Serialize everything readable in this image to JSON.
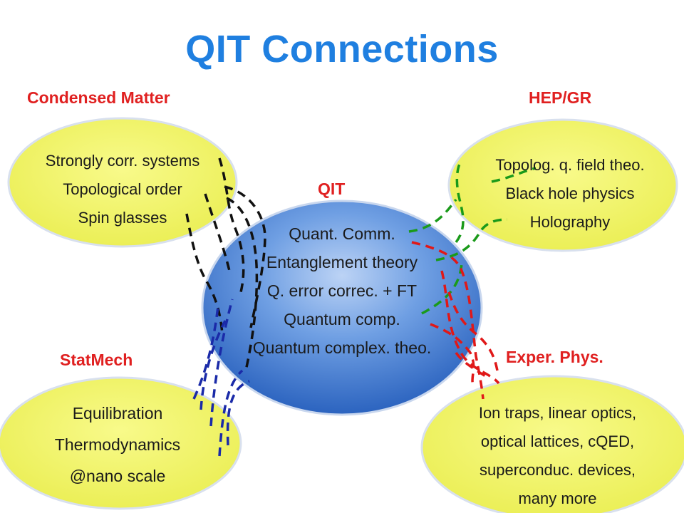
{
  "title": "QIT Connections",
  "nodes": {
    "condensed_matter": {
      "label": "Condensed Matter",
      "items": [
        "Strongly corr. systems",
        "Topological order",
        "Spin glasses"
      ]
    },
    "hep_gr": {
      "label": "HEP/GR",
      "items": [
        "Topolog. q. field theo.",
        "Black hole physics",
        "Holography"
      ]
    },
    "qit": {
      "label": "QIT",
      "items": [
        "Quant. Comm.",
        "Entanglement theory",
        "Q. error correc. + FT",
        "Quantum comp.",
        "Quantum complex. theo."
      ]
    },
    "statmech": {
      "label": "StatMech",
      "items": [
        "Equilibration",
        "Thermodynamics",
        "@nano scale"
      ]
    },
    "exper_phys": {
      "label": "Exper. Phys.",
      "items": [
        "Ion traps, linear optics,",
        "optical lattices, cQED,",
        "superconduc. devices,",
        "many more"
      ]
    }
  },
  "colors": {
    "title": "#1f7fe0",
    "label": "#e02020",
    "yellow_fill": "#f3f56c",
    "blue_fill": "#4f86d6",
    "connector_black": "#111111",
    "connector_green": "#1a9a1a",
    "connector_red": "#e01818",
    "connector_blue": "#1a2aa8"
  }
}
